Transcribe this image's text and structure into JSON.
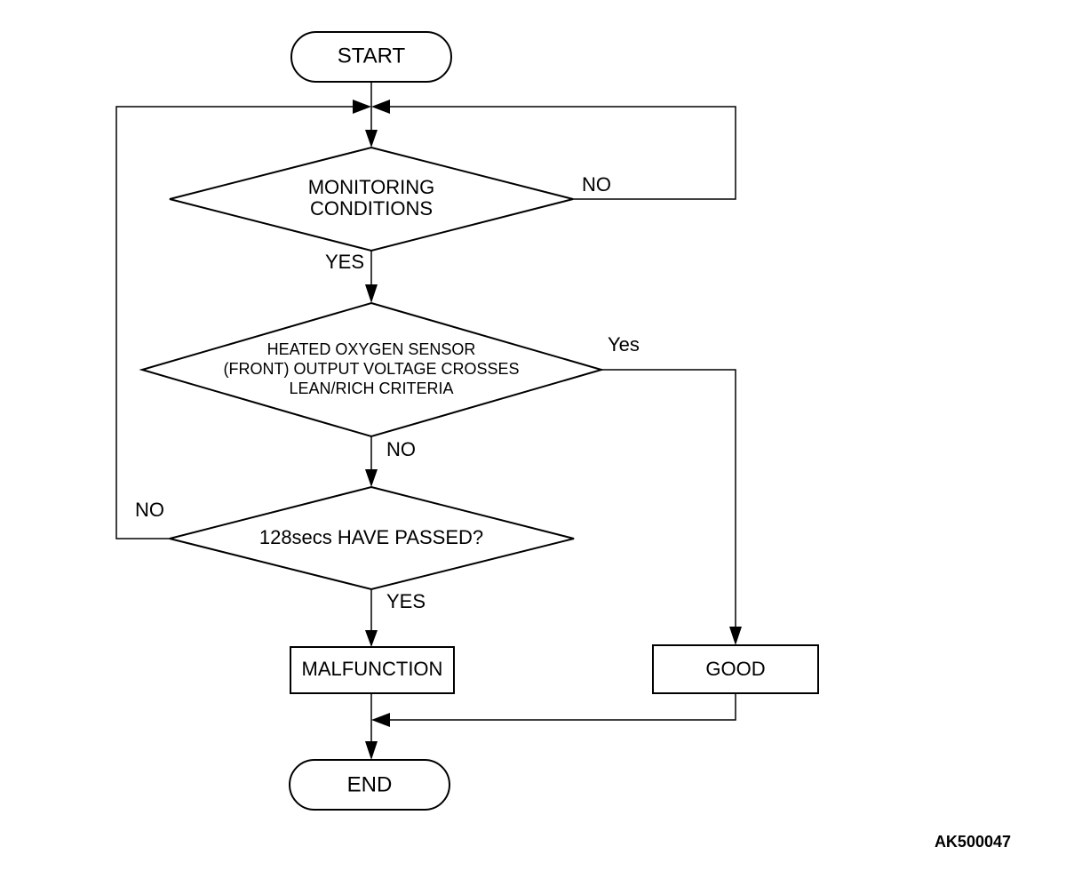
{
  "nodes": {
    "start": "START",
    "monitoring_line1": "MONITORING",
    "monitoring_line2": "CONDITIONS",
    "sensor_line1": "HEATED OXYGEN SENSOR",
    "sensor_line2": "(FRONT) OUTPUT VOLTAGE CROSSES",
    "sensor_line3": "LEAN/RICH CRITERIA",
    "passed": "128secs HAVE PASSED?",
    "malfunction": "MALFUNCTION",
    "good": "GOOD",
    "end": "END"
  },
  "edge_labels": {
    "monitoring_no": "NO",
    "monitoring_yes": "YES",
    "sensor_yes": "Yes",
    "sensor_no": "NO",
    "passed_no": "NO",
    "passed_yes": "YES"
  },
  "figure_code": "AK500047"
}
